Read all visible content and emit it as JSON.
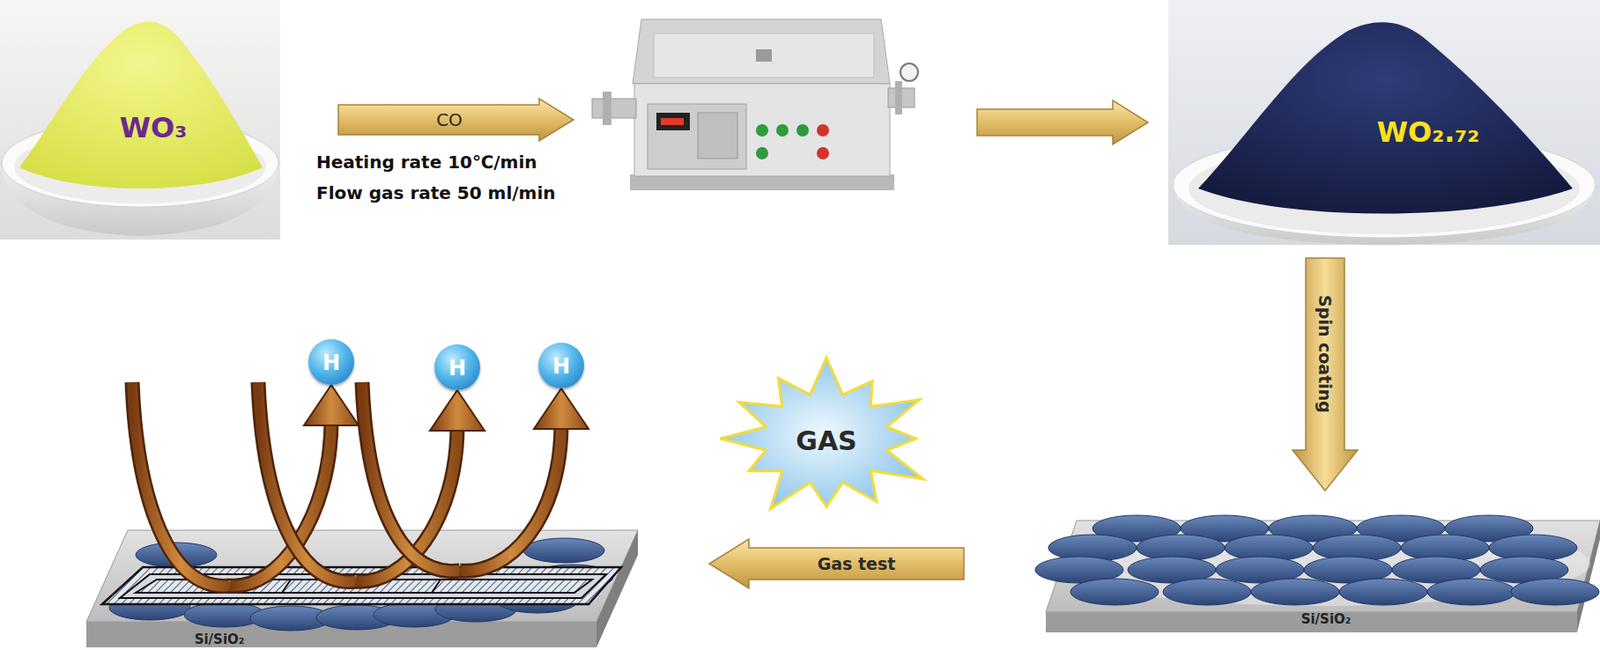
{
  "diagram": {
    "nodes": [
      {
        "text": [
          "WO₃"
        ]
      },
      {
        "text": [
          "WO₂.₇₂"
        ]
      },
      {
        "text": [
          "H"
        ]
      },
      {
        "text": [
          "H"
        ]
      },
      {
        "text": [
          "H"
        ]
      },
      {
        "text": [
          "GAS"
        ]
      },
      {
        "text": [
          "Si/SiO₂"
        ]
      },
      {
        "text": [
          "Si/SiO₂"
        ]
      }
    ],
    "edges": [
      {
        "from": 1,
        "to": 7,
        "arrow": "to",
        "label": "Spin coating"
      },
      {
        "from": 7,
        "to": 6,
        "arrow": "to",
        "label": "Gas test"
      },
      {
        "from": 6,
        "to": 2,
        "arrow": "to"
      },
      {
        "from": 6,
        "to": 3,
        "arrow": "to"
      },
      {
        "from": 6,
        "to": 4,
        "arrow": "to"
      }
    ],
    "labels": [
      "CO",
      "Heating rate 10℃/min",
      "Flow gas rate 50 ml/min"
    ]
  }
}
